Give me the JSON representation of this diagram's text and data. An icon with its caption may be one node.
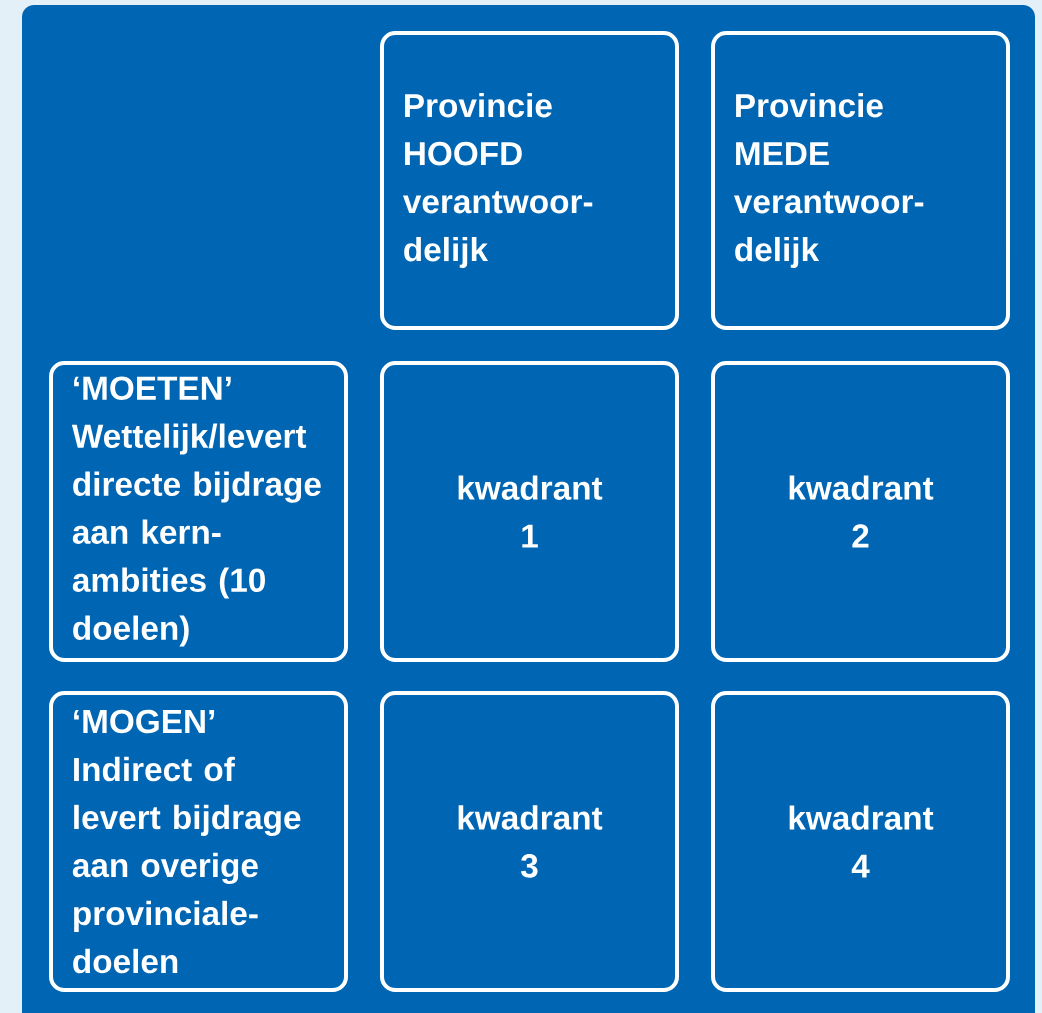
{
  "diagram": {
    "nodes": [
      {
        "text": [
          "Provincie HOOFD verantwoor- delijk"
        ]
      },
      {
        "text": [
          "Provincie MEDE verantwoor- delijk"
        ]
      },
      {
        "text": [
          "‘MOETEN’",
          "Wettelijk/levert directe bijdrage aan kern- ambities (10 doelen)"
        ]
      },
      {
        "text": [
          "kwadrant 1"
        ]
      },
      {
        "text": [
          "kwadrant 2"
        ]
      },
      {
        "text": [
          "‘MOGEN’",
          "Indirect of levert bijdrage aan overige provinciale- doelen"
        ]
      },
      {
        "text": [
          "kwadrant 3"
        ]
      },
      {
        "text": [
          "kwadrant 4"
        ]
      }
    ]
  }
}
